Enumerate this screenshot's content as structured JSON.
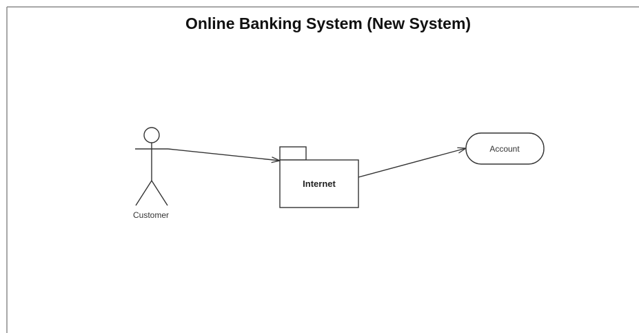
{
  "diagram": {
    "title": "Online Banking System (New System)",
    "actor": {
      "label": "Customer"
    },
    "package": {
      "label": "Internet"
    },
    "use_case": {
      "label": "Account"
    }
  },
  "colors": {
    "background": "#ffffff",
    "frame": "#8a8a8a",
    "stroke": "#333333",
    "text": "#111111"
  }
}
